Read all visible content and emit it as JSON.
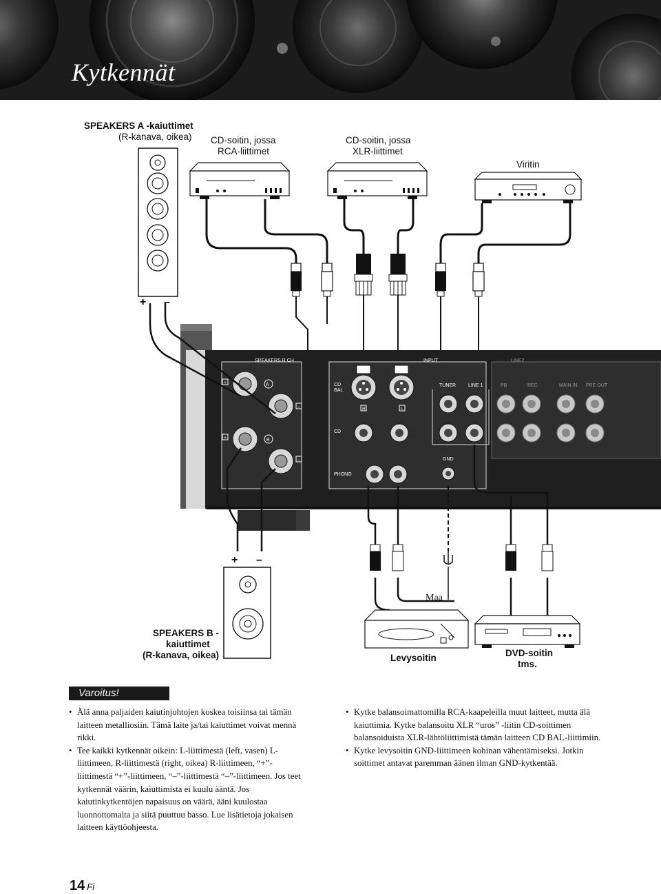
{
  "header": {
    "title": "Kytkennät"
  },
  "diagram": {
    "labels": {
      "speakers_a": "SPEAKERS A -kaiuttimet",
      "speakers_a_sub": "(R-kanava, oikea)",
      "cd_rca_1": "CD-soitin, jossa",
      "cd_rca_2": "RCA-liittimet",
      "cd_xlr_1": "CD-soitin, jossa",
      "cd_xlr_2": "XLR-liittimet",
      "tuner": "Viritin",
      "speakers_b_1": "SPEAKERS B -",
      "speakers_b_2": "kaiuttimet",
      "speakers_b_3": "(R-kanava, oikea)",
      "ground": "Maa",
      "turntable": "Levysoitin",
      "dvd_1": "DVD-soitin",
      "dvd_2": "tms.",
      "plus": "+",
      "minus": "–"
    },
    "panel": {
      "speakers_r_ch": "SPEAKERS R CH",
      "input": "INPUT",
      "line2": "LINE2",
      "a": "A",
      "b": "B",
      "cd_bal_1": "CD",
      "cd_bal_2": "BAL",
      "tuner": "TUNER",
      "line1": "LINE 1",
      "pb": "PB",
      "rec": "REC",
      "main_in": "MAIN IN",
      "pre_out": "PRE OUT",
      "cd": "CD",
      "phono": "PHONO",
      "gnd": "GND",
      "r": "R",
      "l": "L"
    }
  },
  "warning": {
    "title": "Varoitus!",
    "left": [
      "Älä anna paljaiden kaiutinjohtojen koskea toisiinsa tai tämän laitteen metalliosiin. Tämä laite ja/tai kaiuttimet voivat mennä rikki.",
      "Tee kaikki kytkennät oikein: L-liittimestä (left, vasen) L-liittimeen, R-liittimestä (right, oikea) R-liittimeen, “+”-liittimestä “+”-liittimeen, “–”-liittimestä “–”-liittimeen. Jos teet kytkennät väärin, kaiuttimista ei kuulu ääntä. Jos kaiutinkytkentöjen napaisuus on väärä, ääni kuulostaa luonnottomalta ja siitä puuttuu basso. Lue lisätietoja jokaisen laitteen käyttöohjeesta."
    ],
    "right": [
      "Kytke balansoimattomilla RCA-kaapeleilla muut laitteet, mutta älä kaiuttimia. Kytke balansoitu XLR “uros” -liitin CD-soittimen balansoiduista XLR-lähtöliittimistä tämän laitteen CD BAL-liittimiin.",
      "Kytke levysoitin GND-liittimeen kohinan vähentämiseksi. Jotkin soittimet antavat paremman äänen ilman GND-kytkentää."
    ]
  },
  "footer": {
    "page": "14",
    "lang": "Fi"
  },
  "colors": {
    "panel": "#2a2a2a",
    "header_bg": "#1c1c1c",
    "warning_bg": "#1a1a1a"
  }
}
